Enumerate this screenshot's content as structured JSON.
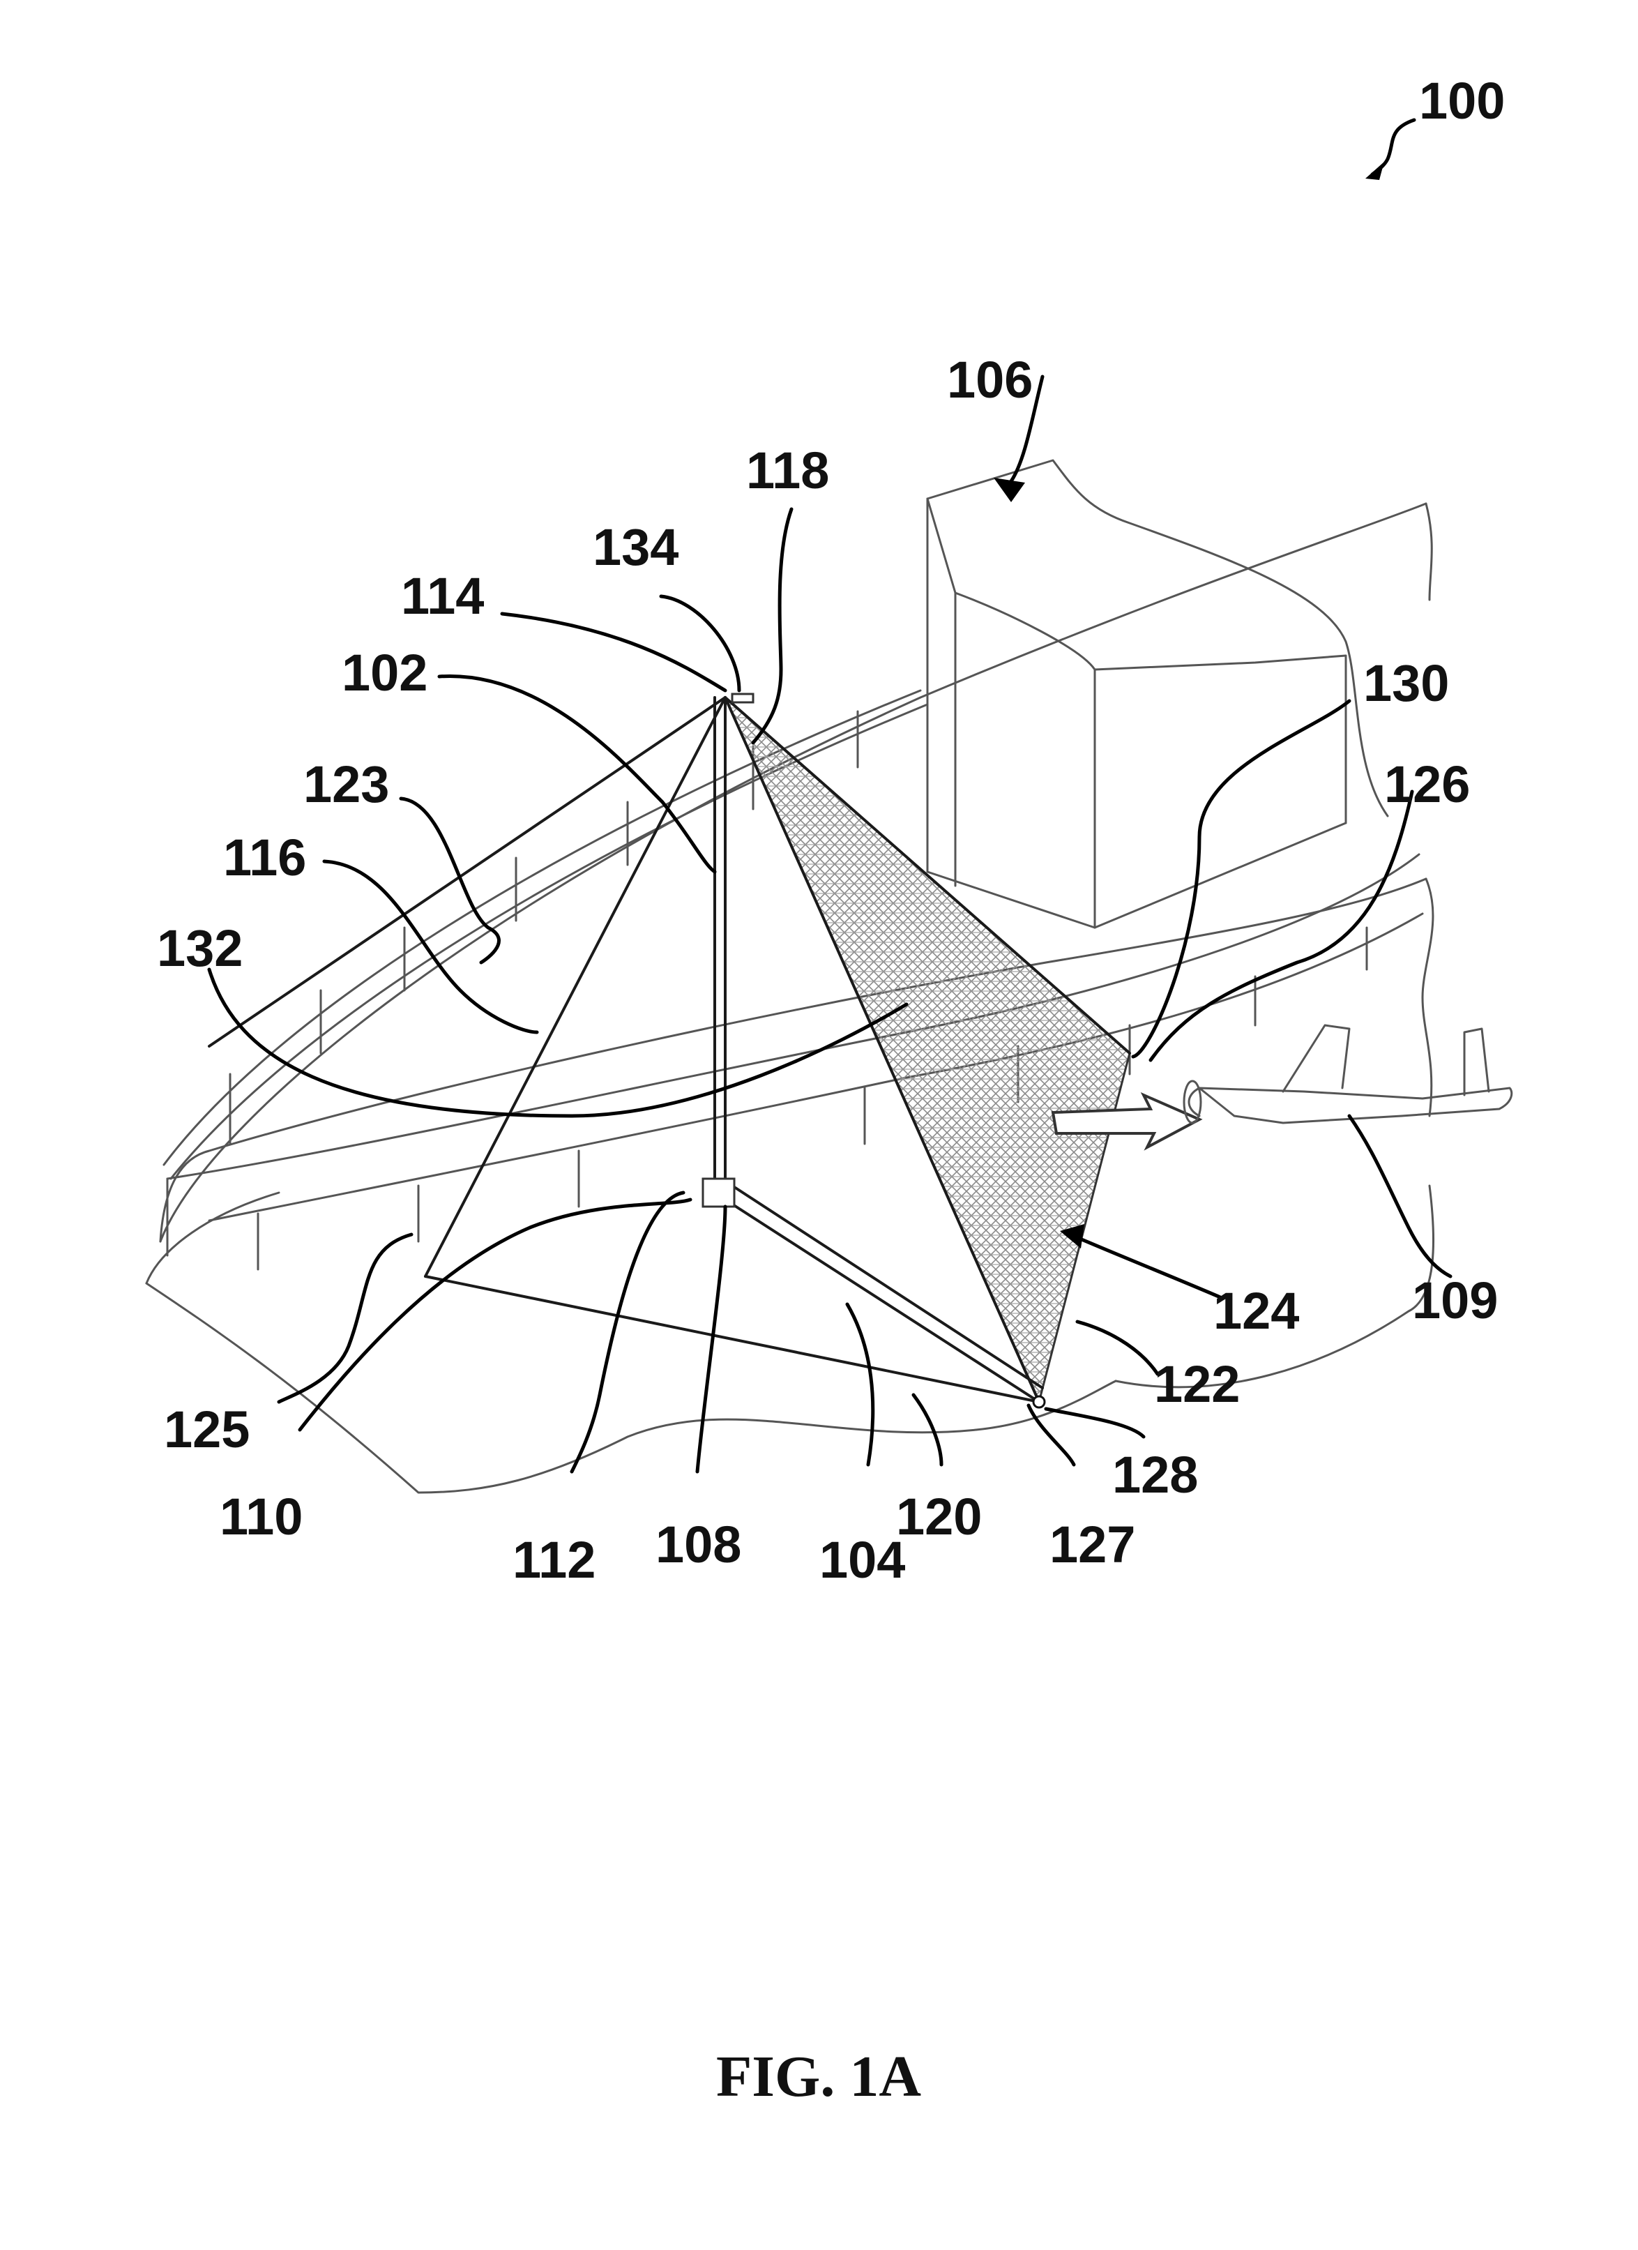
{
  "figure": {
    "caption": "FIG. 1A",
    "overall_ref": "100",
    "refs": {
      "r102": "102",
      "r104": "104",
      "r106": "106",
      "r108": "108",
      "r109": "109",
      "r110": "110",
      "r112": "112",
      "r114": "114",
      "r116": "116",
      "r118": "118",
      "r120": "120",
      "r122": "122",
      "r123": "123",
      "r124": "124",
      "r125": "125",
      "r126": "126",
      "r127": "127",
      "r128": "128",
      "r130": "130",
      "r132": "132",
      "r134": "134"
    },
    "icons": {
      "net": "cross-hatched-net-panel",
      "aircraft": "approaching-aircraft-icon",
      "arrow": "direction-arrow-icon"
    }
  }
}
